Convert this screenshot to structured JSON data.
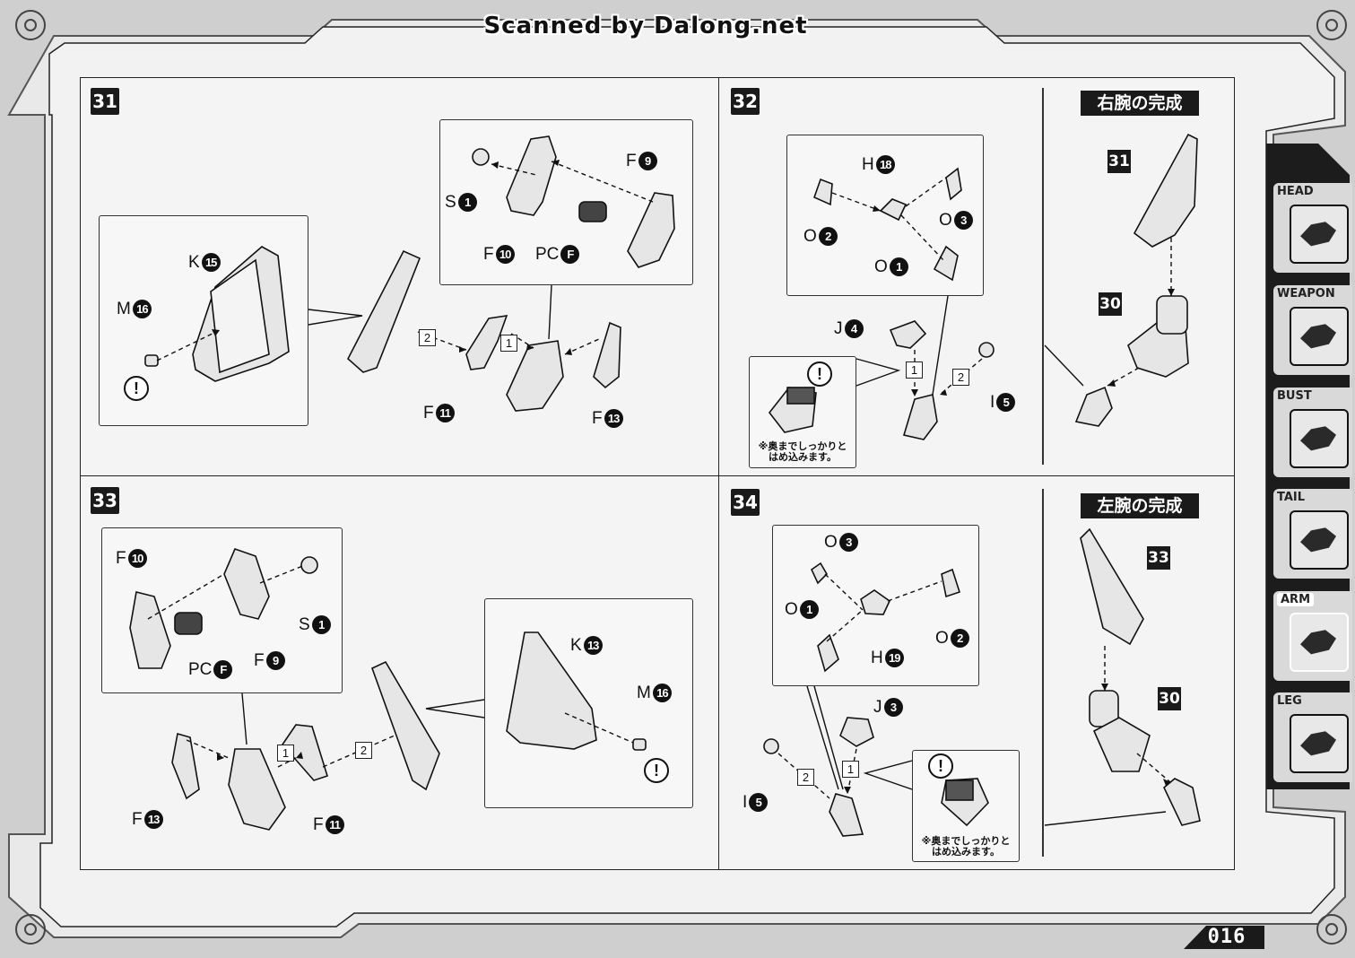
{
  "banner": "Scanned by Dalong.net",
  "page_number": "016",
  "steps": [
    {
      "number": "31"
    },
    {
      "number": "32"
    },
    {
      "number": "33"
    },
    {
      "number": "34"
    }
  ],
  "labels": {
    "s31_s1": {
      "letter": "S",
      "num": "1"
    },
    "s31_f9": {
      "letter": "F",
      "num": "9"
    },
    "s31_f10": {
      "letter": "F",
      "num": "10"
    },
    "s31_pcf": {
      "letter": "PC",
      "num": "F"
    },
    "s31_k15": {
      "letter": "K",
      "num": "15"
    },
    "s31_m16": {
      "letter": "M",
      "num": "16"
    },
    "s31_f11": {
      "letter": "F",
      "num": "11"
    },
    "s31_f13": {
      "letter": "F",
      "num": "13"
    },
    "s32_h18": {
      "letter": "H",
      "num": "18"
    },
    "s32_o2": {
      "letter": "O",
      "num": "2"
    },
    "s32_o3": {
      "letter": "O",
      "num": "3"
    },
    "s32_o1": {
      "letter": "O",
      "num": "1"
    },
    "s32_j4": {
      "letter": "J",
      "num": "4"
    },
    "s32_i5": {
      "letter": "I",
      "num": "5"
    },
    "s33_f10": {
      "letter": "F",
      "num": "10"
    },
    "s33_s1": {
      "letter": "S",
      "num": "1"
    },
    "s33_pcf": {
      "letter": "PC",
      "num": "F"
    },
    "s33_f9": {
      "letter": "F",
      "num": "9"
    },
    "s33_k13": {
      "letter": "K",
      "num": "13"
    },
    "s33_m16": {
      "letter": "M",
      "num": "16"
    },
    "s33_f13": {
      "letter": "F",
      "num": "13"
    },
    "s33_f11": {
      "letter": "F",
      "num": "11"
    },
    "s34_o3": {
      "letter": "O",
      "num": "3"
    },
    "s34_o1": {
      "letter": "O",
      "num": "1"
    },
    "s34_o2": {
      "letter": "O",
      "num": "2"
    },
    "s34_h19": {
      "letter": "H",
      "num": "19"
    },
    "s34_j3": {
      "letter": "J",
      "num": "3"
    },
    "s34_i5": {
      "letter": "I",
      "num": "5"
    }
  },
  "order_marks": {
    "one": "1",
    "two": "2"
  },
  "warning_symbol": "!",
  "note_text": "※奥までしっかりと\nはめ込みます。",
  "completion": {
    "right_arm": "右腕の完成",
    "left_arm": "左腕の完成"
  },
  "refs": {
    "r31": "31",
    "r30a": "30",
    "r33": "33",
    "r30b": "30"
  },
  "side_tabs": [
    {
      "label": "HEAD",
      "active": false
    },
    {
      "label": "WEAPON",
      "active": false
    },
    {
      "label": "BUST",
      "active": false
    },
    {
      "label": "TAIL",
      "active": false
    },
    {
      "label": "ARM",
      "active": true
    },
    {
      "label": "LEG",
      "active": false
    }
  ],
  "colors": {
    "ink": "#111111",
    "paper": "#f4f4f4",
    "frame": "#bdbdbd",
    "dark": "#1a1a1a"
  }
}
